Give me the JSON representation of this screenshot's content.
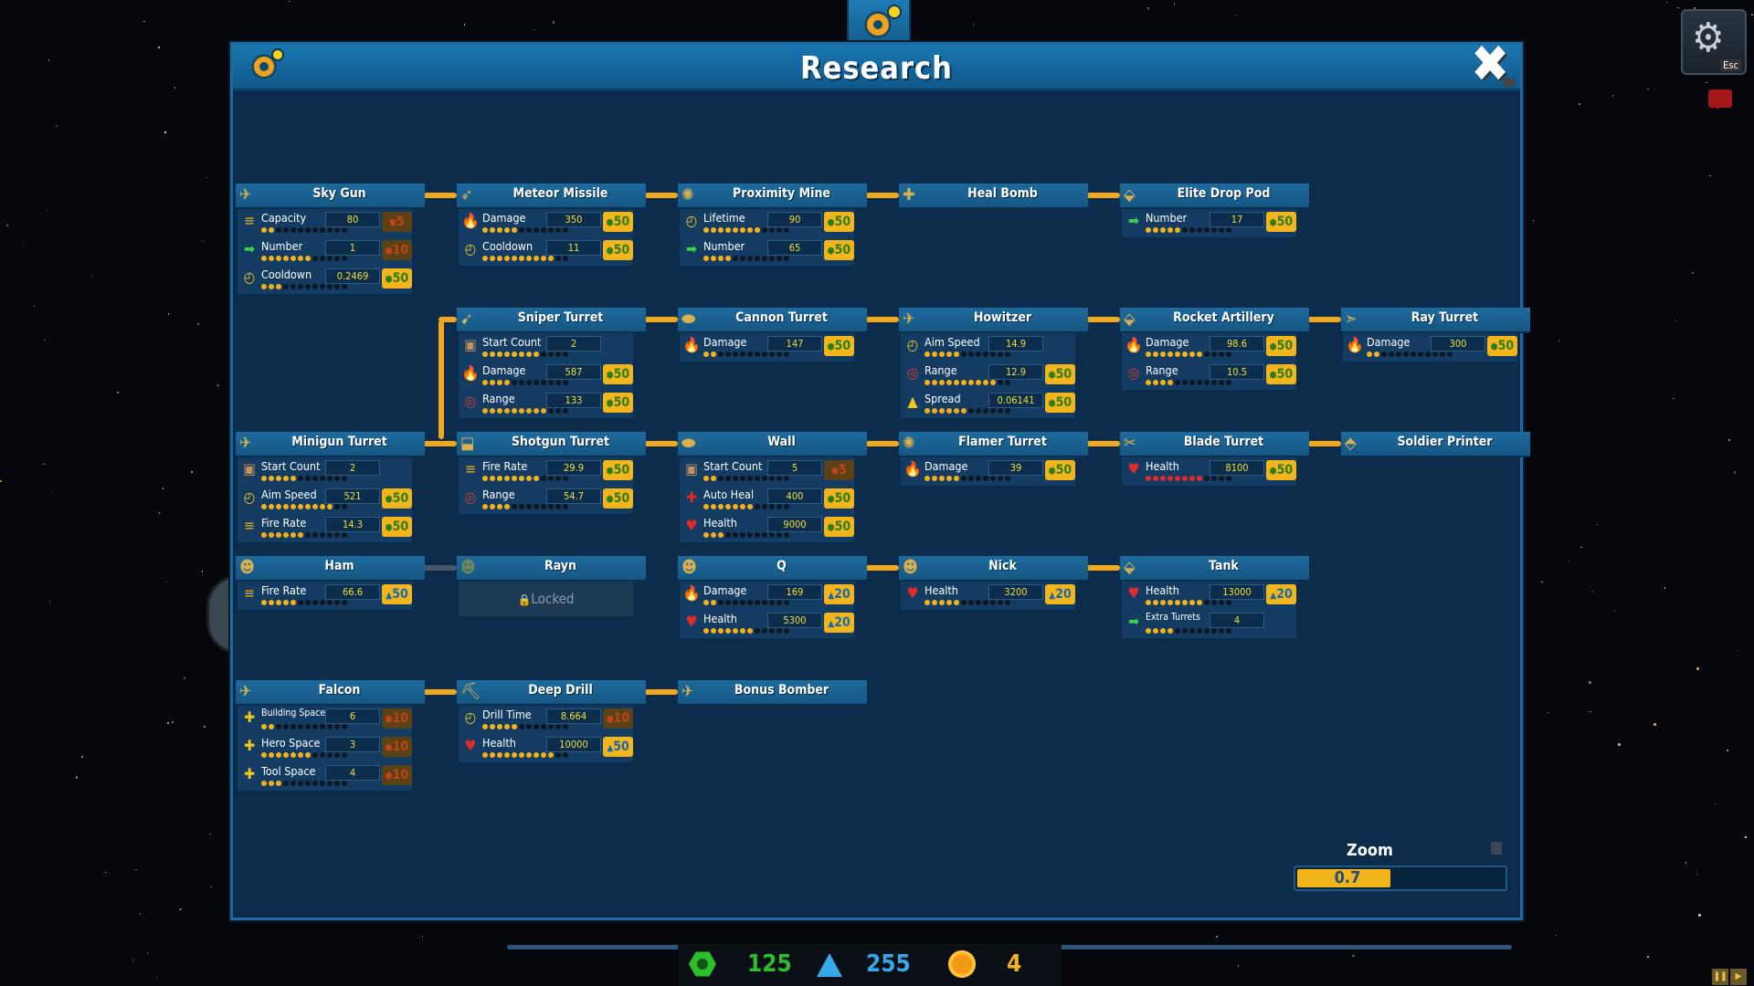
{
  "window": {
    "title": "Research",
    "esc_label": "Esc"
  },
  "zoom": {
    "label": "Zoom",
    "value": "0.7",
    "fraction": 0.45
  },
  "resources": [
    {
      "name": "gears",
      "icon": "gear-resource-icon",
      "value": "125",
      "color": "#2fbe2b"
    },
    {
      "name": "science",
      "icon": "flask-icon",
      "value": "255",
      "color": "#35a8e8"
    },
    {
      "name": "coins",
      "icon": "coin-icon",
      "value": "4",
      "color": "#f2b51c"
    }
  ],
  "locked_text": "Locked",
  "nodes": [
    {
      "id": "sky-gun",
      "name": "Sky Gun",
      "stats": [
        {
          "label": "Capacity",
          "value": "80",
          "cost": "5",
          "type": "no",
          "icon": "ammo"
        },
        {
          "label": "Number",
          "value": "1",
          "cost": "10",
          "type": "no",
          "icon": "arrow"
        },
        {
          "label": "Cooldown",
          "value": "0.2469",
          "cost": "50",
          "type": "ok",
          "icon": "timer"
        }
      ]
    },
    {
      "id": "meteor-missile",
      "name": "Meteor Missile",
      "stats": [
        {
          "label": "Damage",
          "value": "350",
          "cost": "50",
          "type": "ok",
          "icon": "fire"
        },
        {
          "label": "Cooldown",
          "value": "11",
          "cost": "50",
          "type": "ok",
          "icon": "timer"
        }
      ]
    },
    {
      "id": "proximity-mine",
      "name": "Proximity Mine",
      "stats": [
        {
          "label": "Lifetime",
          "value": "90",
          "cost": "50",
          "type": "ok",
          "icon": "timer"
        },
        {
          "label": "Number",
          "value": "65",
          "cost": "50",
          "type": "ok",
          "icon": "arrow"
        }
      ]
    },
    {
      "id": "heal-bomb",
      "name": "Heal Bomb",
      "stats": []
    },
    {
      "id": "elite-drop-pod",
      "name": "Elite Drop Pod",
      "stats": [
        {
          "label": "Number",
          "value": "17",
          "cost": "50",
          "type": "ok",
          "icon": "arrow"
        }
      ]
    },
    {
      "id": "sniper-turret",
      "name": "Sniper Turret",
      "stats": [
        {
          "label": "Start Count",
          "value": "2",
          "cost": "",
          "type": "none",
          "icon": "box"
        },
        {
          "label": "Damage",
          "value": "587",
          "cost": "50",
          "type": "ok",
          "icon": "fire"
        },
        {
          "label": "Range",
          "value": "133",
          "cost": "50",
          "type": "ok",
          "icon": "range"
        }
      ]
    },
    {
      "id": "cannon-turret",
      "name": "Cannon Turret",
      "stats": [
        {
          "label": "Damage",
          "value": "147",
          "cost": "50",
          "type": "ok",
          "icon": "fire"
        }
      ]
    },
    {
      "id": "howitzer",
      "name": "Howitzer",
      "stats": [
        {
          "label": "Aim Speed",
          "value": "14.9",
          "cost": "",
          "type": "none",
          "icon": "timer"
        },
        {
          "label": "Range",
          "value": "12.9",
          "cost": "50",
          "type": "ok",
          "icon": "range"
        },
        {
          "label": "Spread",
          "value": "0.06141",
          "cost": "50",
          "type": "ok",
          "icon": "spread"
        }
      ]
    },
    {
      "id": "rocket-artillery",
      "name": "Rocket Artillery",
      "stats": [
        {
          "label": "Damage",
          "value": "98.6",
          "cost": "50",
          "type": "ok",
          "icon": "fire"
        },
        {
          "label": "Range",
          "value": "10.5",
          "cost": "50",
          "type": "ok",
          "icon": "range"
        }
      ]
    },
    {
      "id": "ray-turret",
      "name": "Ray Turret",
      "stats": [
        {
          "label": "Damage",
          "value": "300",
          "cost": "50",
          "type": "ok",
          "icon": "fire"
        }
      ]
    },
    {
      "id": "minigun-turret",
      "name": "Minigun Turret",
      "stats": [
        {
          "label": "Start Count",
          "value": "2",
          "cost": "",
          "type": "none",
          "icon": "box"
        },
        {
          "label": "Aim Speed",
          "value": "521",
          "cost": "50",
          "type": "ok",
          "icon": "timer"
        },
        {
          "label": "Fire Rate",
          "value": "14.3",
          "cost": "50",
          "type": "ok",
          "icon": "ammo"
        }
      ]
    },
    {
      "id": "shotgun-turret",
      "name": "Shotgun Turret",
      "stats": [
        {
          "label": "Fire Rate",
          "value": "29.9",
          "cost": "50",
          "type": "ok",
          "icon": "ammo"
        },
        {
          "label": "Range",
          "value": "54.7",
          "cost": "50",
          "type": "ok",
          "icon": "range"
        }
      ]
    },
    {
      "id": "wall",
      "name": "Wall",
      "stats": [
        {
          "label": "Start Count",
          "value": "5",
          "cost": "5",
          "type": "no",
          "icon": "box"
        },
        {
          "label": "Auto Heal",
          "value": "400",
          "cost": "50",
          "type": "ok",
          "icon": "heal"
        },
        {
          "label": "Health",
          "value": "9000",
          "cost": "50",
          "type": "ok",
          "icon": "heart"
        }
      ]
    },
    {
      "id": "flamer-turret",
      "name": "Flamer Turret",
      "stats": [
        {
          "label": "Damage",
          "value": "39",
          "cost": "50",
          "type": "ok",
          "icon": "fire"
        }
      ]
    },
    {
      "id": "blade-turret",
      "name": "Blade Turret",
      "stats": [
        {
          "label": "Health",
          "value": "8100",
          "cost": "50",
          "type": "ok",
          "icon": "heart",
          "red": true
        }
      ]
    },
    {
      "id": "soldier-printer",
      "name": "Soldier Printer",
      "stats": []
    },
    {
      "id": "ham",
      "name": "Ham",
      "stats": [
        {
          "label": "Fire Rate",
          "value": "66.6",
          "cost": "50",
          "type": "sci",
          "icon": "ammo"
        }
      ]
    },
    {
      "id": "rayn",
      "name": "Rayn",
      "locked": true,
      "stats": []
    },
    {
      "id": "q",
      "name": "Q",
      "stats": [
        {
          "label": "Damage",
          "value": "169",
          "cost": "20",
          "type": "sci",
          "icon": "fire"
        },
        {
          "label": "Health",
          "value": "5300",
          "cost": "20",
          "type": "sci",
          "icon": "heart"
        }
      ]
    },
    {
      "id": "nick",
      "name": "Nick",
      "stats": [
        {
          "label": "Health",
          "value": "3200",
          "cost": "20",
          "type": "sci",
          "icon": "heart"
        }
      ]
    },
    {
      "id": "tank",
      "name": "Tank",
      "stats": [
        {
          "label": "Health",
          "value": "13000",
          "cost": "20",
          "type": "sci",
          "icon": "heart"
        },
        {
          "label": "Extra Turrets",
          "value": "4",
          "cost": "",
          "type": "none",
          "icon": "arrow"
        }
      ]
    },
    {
      "id": "falcon",
      "name": "Falcon",
      "stats": [
        {
          "label": "Building Space",
          "value": "6",
          "cost": "10",
          "type": "no",
          "icon": "plus"
        },
        {
          "label": "Hero Space",
          "value": "3",
          "cost": "10",
          "type": "no",
          "icon": "plus"
        },
        {
          "label": "Tool Space",
          "value": "4",
          "cost": "10",
          "type": "no",
          "icon": "plus"
        }
      ]
    },
    {
      "id": "deep-drill",
      "name": "Deep Drill",
      "stats": [
        {
          "label": "Drill Time",
          "value": "8.664",
          "cost": "10",
          "type": "no",
          "icon": "timer"
        },
        {
          "label": "Health",
          "value": "10000",
          "cost": "50",
          "type": "sci",
          "icon": "heart"
        }
      ]
    },
    {
      "id": "bonus-bomber",
      "name": "Bonus Bomber",
      "stats": []
    }
  ]
}
